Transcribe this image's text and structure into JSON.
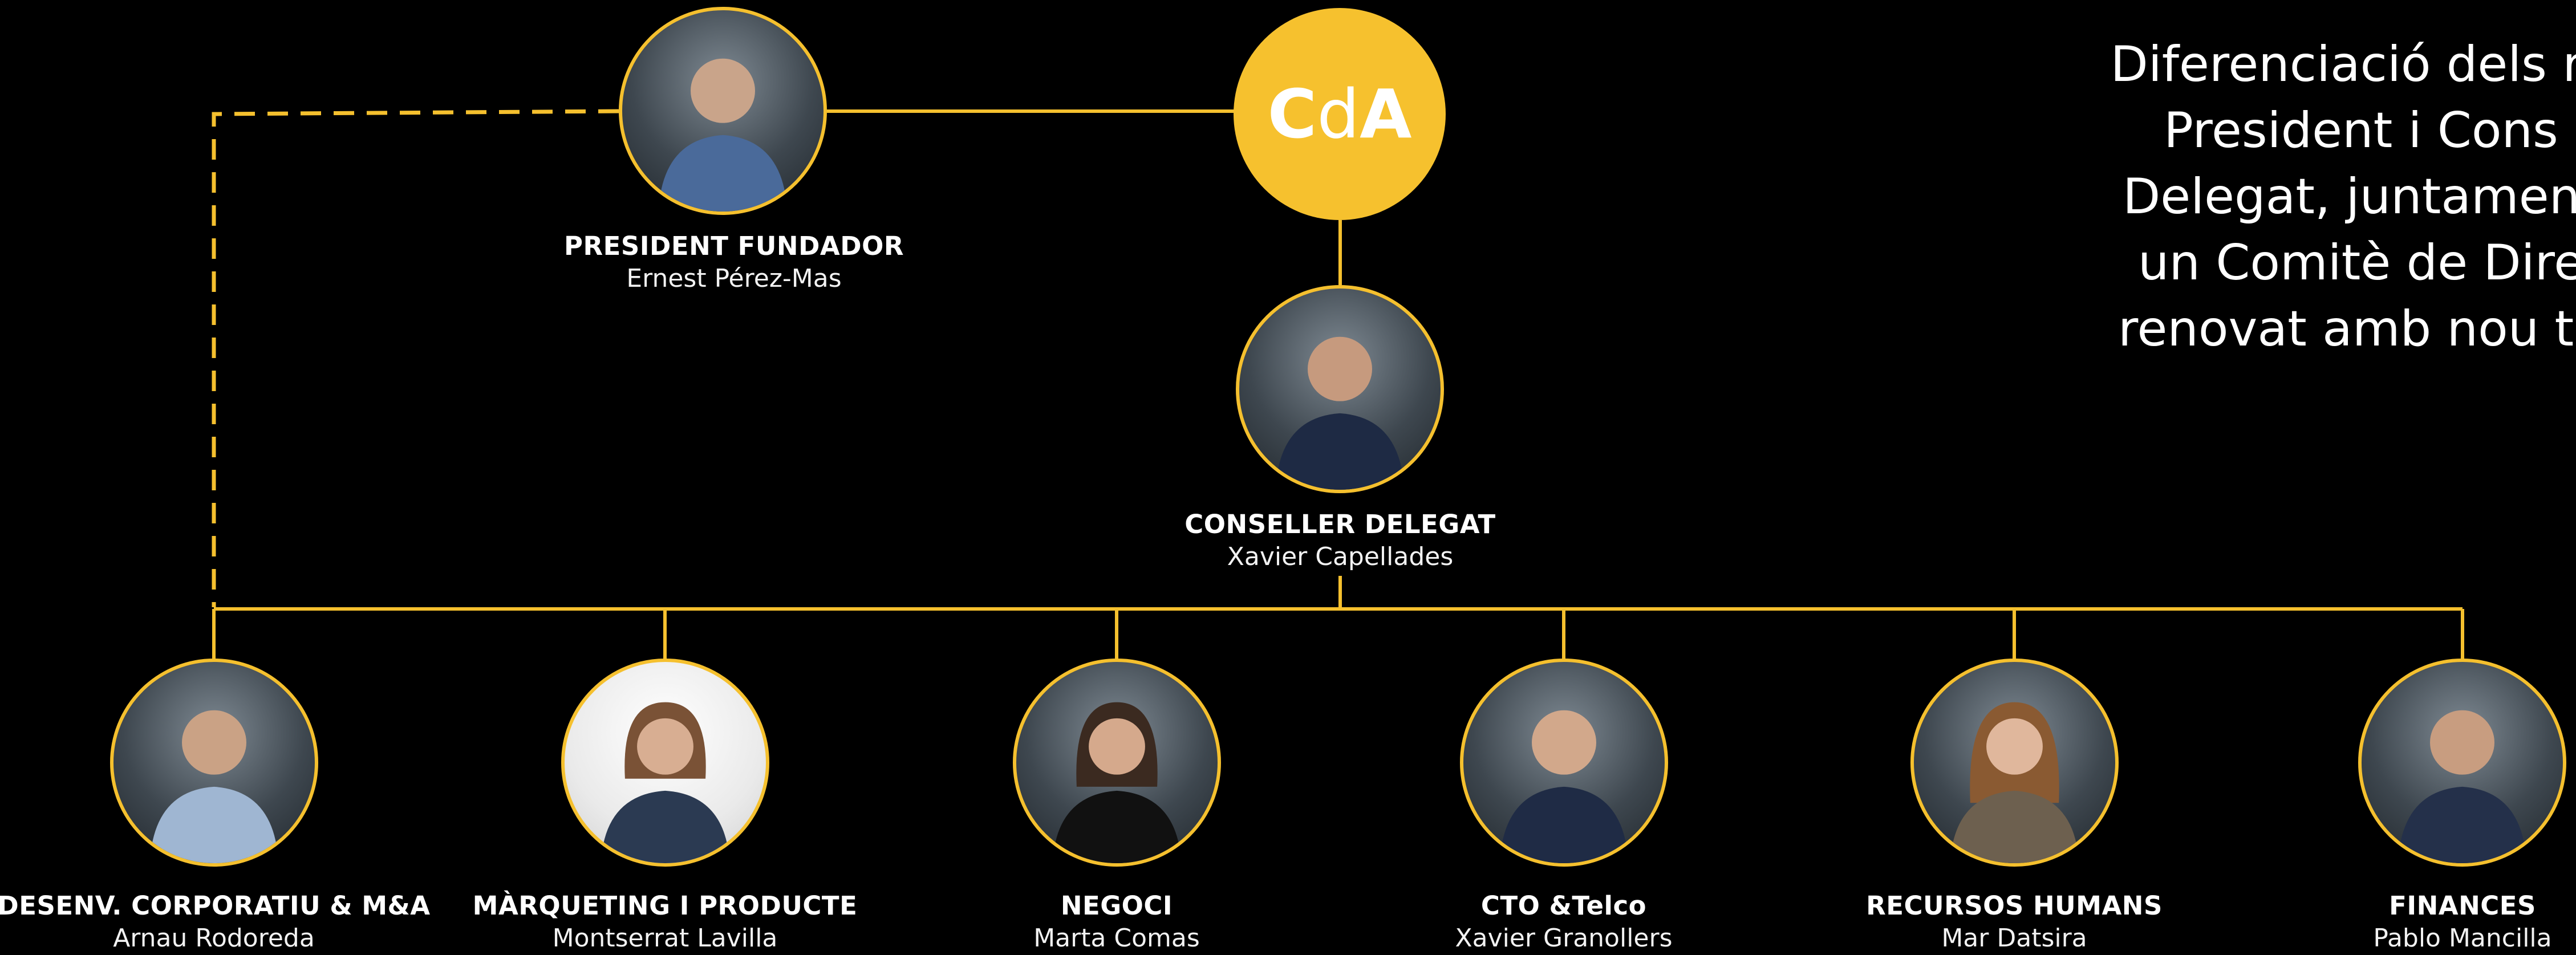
{
  "headline": {
    "lines": [
      "Diferenciació dels ro",
      "President i Cons",
      "Delegat, juntament",
      "un Comitè de Dire",
      "renovat amb nou ta"
    ]
  },
  "logo": {
    "c": "C",
    "d": "d",
    "a": "A"
  },
  "president": {
    "role": "PRESIDENT FUNDADOR",
    "name": "Ernest Pérez-Mas"
  },
  "ceo": {
    "role": "CONSELLER DELEGAT",
    "name": "Xavier Capellades"
  },
  "team": [
    {
      "role": "DESENV. CORPORATIU & M&A",
      "name": "Arnau Rodoreda"
    },
    {
      "role": "MÀRQUETING I PRODUCTE",
      "name": "Montserrat Lavilla"
    },
    {
      "role": "NEGOCI",
      "name": "Marta Comas"
    },
    {
      "role": "CTO &Telco",
      "name": "Xavier Granollers"
    },
    {
      "role": "RECURSOS HUMANS",
      "name": "Mar Datsira"
    },
    {
      "role": "FINANCES",
      "name": "Pablo Mancilla"
    }
  ],
  "colors": {
    "accent": "#f5c02e",
    "background": "#000000",
    "text": "#ffffff"
  },
  "icons": {
    "avatar": "person-photo-icon"
  }
}
